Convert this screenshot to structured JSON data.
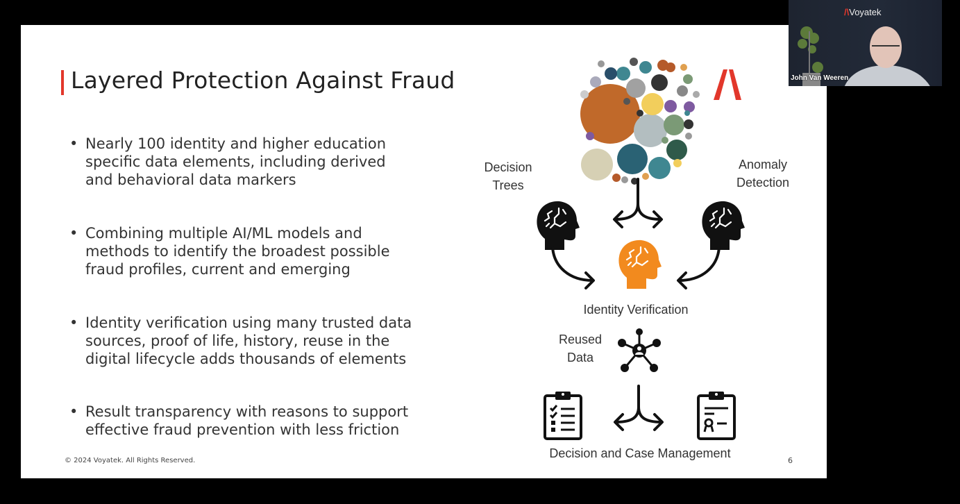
{
  "slide": {
    "title": "Layered Protection Against Fraud",
    "bullets": [
      "Nearly 100 identity and higher education\nspecific data elements, including derived\nand behavioral data markers",
      "Combining multiple AI/ML models and\nmethods to identify the broadest possible\nfraud profiles, current and emerging",
      "Identity verification using many trusted data\nsources, proof of life, history, reuse in the\ndigital lifecycle adds thousands of elements",
      "Result transparency with reasons to support\neffective fraud prevention with less friction"
    ],
    "bullet_char": "•",
    "footer": "© 2024 Voyatek. All Rights Reserved.",
    "page_number": "6",
    "diagram": {
      "decision_trees": "Decision\nTrees",
      "anomaly_detection": "Anomaly\nDetection",
      "identity_verification": "Identity Verification",
      "reused_data": "Reused\nData",
      "decision_case_management": "Decision and Case Management"
    },
    "colors": {
      "accent": "#e2372b",
      "orange": "#f28a1e"
    }
  },
  "webcam": {
    "logo": "Voyatek",
    "logo_mark": "/\\",
    "participant_name": "John Van Weeren"
  }
}
